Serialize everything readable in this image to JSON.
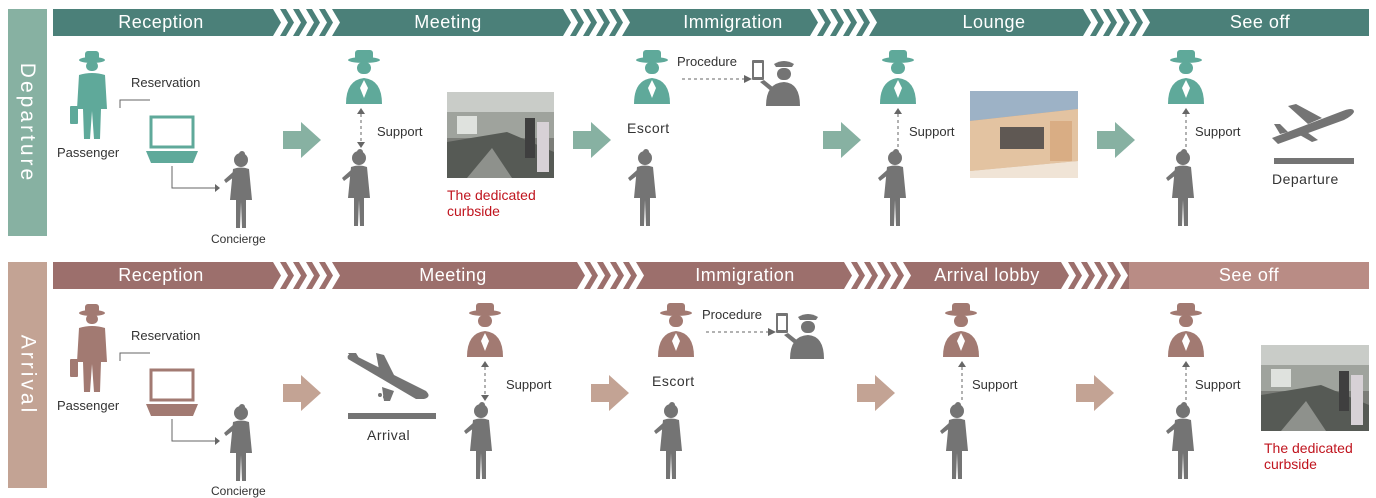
{
  "colors": {
    "departure_dark": "#4b8079",
    "departure_light": "#87b1a2",
    "departure_icon": "#5fa99a",
    "arrival_dark": "#9c6f6c",
    "arrival_light": "#c3a394",
    "arrival_icon": "#a27a72",
    "staff_gray": "#747474",
    "caption_red": "#c0141e"
  },
  "departure": {
    "label": "Departure",
    "stages": [
      "Reception",
      "Meeting",
      "Immigration",
      "Lounge",
      "See off"
    ],
    "passenger": "Passenger",
    "reservation": "Reservation",
    "concierge": "Concierge",
    "support": "Support",
    "procedure": "Procedure",
    "escort": "Escort",
    "curbside": [
      "The dedicated",
      "curbside"
    ],
    "end_label": "Departure",
    "icons": {
      "passenger": "passenger-icon",
      "laptop": "laptop-icon",
      "concierge": "concierge-icon",
      "vip": "vip-guest-icon",
      "officer": "immigration-officer-icon",
      "plane": "plane-takeoff-icon",
      "next": "next-step-arrow-icon"
    }
  },
  "arrival": {
    "label": "Arrival",
    "stages": [
      "Reception",
      "Meeting",
      "Immigration",
      "Arrival lobby",
      "See off"
    ],
    "passenger": "Passenger",
    "reservation": "Reservation",
    "concierge": "Concierge",
    "support": "Support",
    "procedure": "Procedure",
    "escort": "Escort",
    "curbside": [
      "The dedicated",
      "curbside"
    ],
    "arrival_label": "Arrival",
    "icons": {
      "plane": "plane-landing-icon"
    }
  }
}
